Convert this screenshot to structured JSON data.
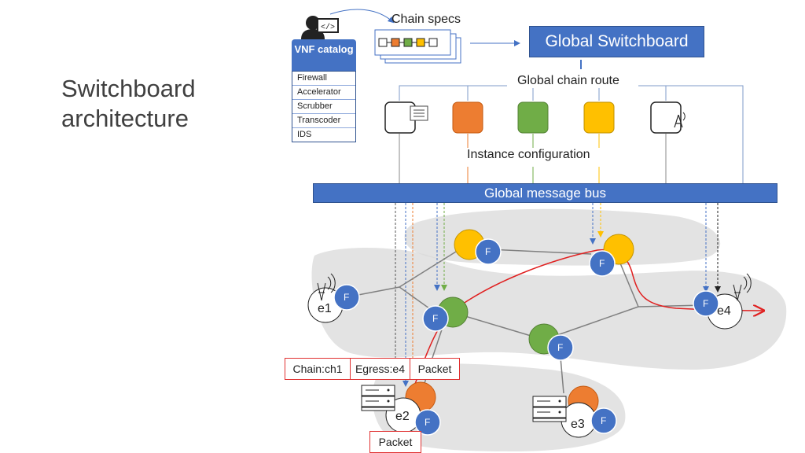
{
  "slide": {
    "title_line1": "Switchboard",
    "title_line2": "architecture"
  },
  "top": {
    "chain_specs_label": "Chain specs",
    "global_switchboard": "Global Switchboard",
    "global_chain_route": "Global chain route",
    "instance_configuration": "Instance configuration",
    "global_message_bus": "Global message bus"
  },
  "vnf_catalog": {
    "title": "VNF catalog",
    "items": [
      "Firewall",
      "Accelerator",
      "Scrubber",
      "Transcoder",
      "IDS"
    ]
  },
  "controllers": [
    {
      "kind": "catalog-doc",
      "color": "#ffffff"
    },
    {
      "kind": "vnf",
      "color": "#ed7d31"
    },
    {
      "kind": "vnf",
      "color": "#70ad47"
    },
    {
      "kind": "vnf",
      "color": "#ffc000"
    },
    {
      "kind": "antenna",
      "color": "#ffffff"
    }
  ],
  "network": {
    "forwarder_label": "F",
    "edges": [
      "e1",
      "e2",
      "e3",
      "e4"
    ],
    "packet_header": {
      "chain": "Chain:ch1",
      "egress": "Egress:e4",
      "packet": "Packet"
    },
    "packet_bottom": "Packet"
  },
  "colors": {
    "blue": "#4472c4",
    "orange": "#ed7d31",
    "green": "#70ad47",
    "yellow": "#ffc000",
    "route_red": "#e02020",
    "region_gray": "#d9d9d9"
  }
}
